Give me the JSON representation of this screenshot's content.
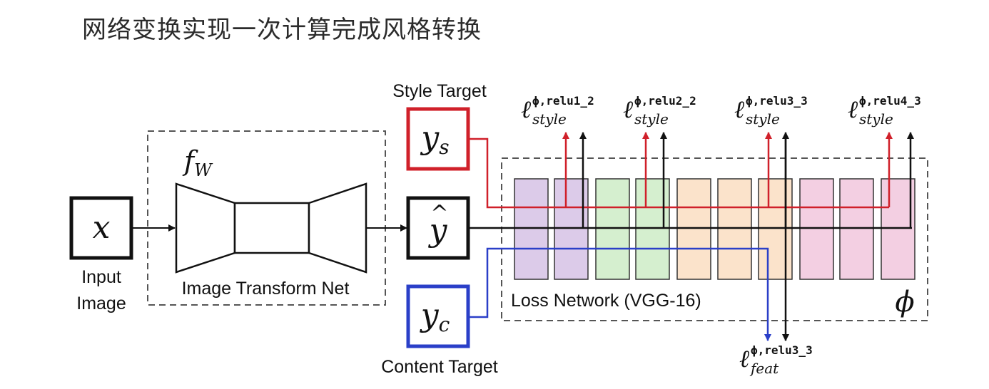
{
  "title": "网络变换实现一次计算完成风格转换",
  "input": {
    "symbol": "x",
    "label_line1": "Input",
    "label_line2": "Image"
  },
  "transform": {
    "symbol_main": "f",
    "symbol_sub": "W",
    "label": "Image Transform Net"
  },
  "output": {
    "symbol": "y",
    "hat": "^"
  },
  "style_target": {
    "label": "Style Target",
    "symbol": "y",
    "sub": "s",
    "color": "#d0202a"
  },
  "content_target": {
    "label": "Content Target",
    "symbol": "y",
    "sub": "c",
    "color": "#2a3fc8"
  },
  "loss_network": {
    "label": "Loss Network (VGG-16)",
    "symbol": "ϕ",
    "block_colors": [
      "#dccbe9",
      "#dccbe9",
      "#d5efcf",
      "#d5efcf",
      "#fbe3cb",
      "#fbe3cb",
      "#fbe3cb",
      "#f3cfe2",
      "#f3cfe2",
      "#f3cfe2"
    ]
  },
  "style_losses": [
    {
      "ell": "ℓ",
      "sup": "ϕ,relu1_2",
      "sub": "style"
    },
    {
      "ell": "ℓ",
      "sup": "ϕ,relu2_2",
      "sub": "style"
    },
    {
      "ell": "ℓ",
      "sup": "ϕ,relu3_3",
      "sub": "style"
    },
    {
      "ell": "ℓ",
      "sup": "ϕ,relu4_3",
      "sub": "style"
    }
  ],
  "feat_loss": {
    "ell": "ℓ",
    "sup": "ϕ,relu3_3",
    "sub": "feat"
  },
  "colors": {
    "style_line": "#d0202a",
    "content_line": "#2a3fc8",
    "main_line": "#111111"
  }
}
